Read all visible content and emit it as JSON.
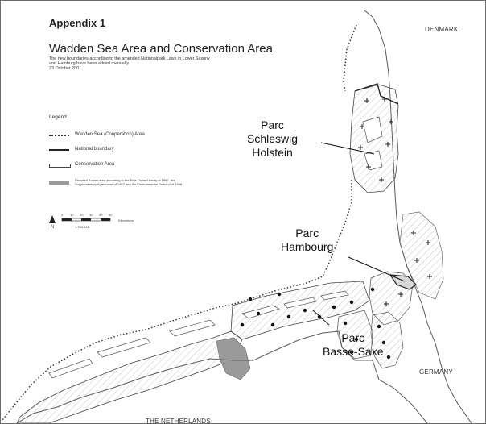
{
  "header": {
    "appendix": "Appendix 1",
    "title": "Wadden Sea Area and Conservation Area",
    "subtitle_lines": [
      "The new boundaries according to the amended Nationalpark Laws in Lower Saxony",
      "and Hamburg have been added manually.",
      "23 October 2001"
    ]
  },
  "legend": {
    "title": "Legend",
    "items": [
      {
        "label": "Wadden Sea (Cooperation) Area"
      },
      {
        "label": "National boundary"
      },
      {
        "label": "Conservation Area"
      },
      {
        "label_lines": [
          "Disputed Border area according to the Ems-Dollard-treaty of 1960, the",
          "Supplementary Agreement of 1962 and the Environmental Protocol of 1996"
        ]
      }
    ]
  },
  "scale": {
    "north": "N",
    "ticks": [
      "0",
      "10",
      "20",
      "30",
      "40",
      "50"
    ],
    "unit": "Kilometers",
    "note": "1:750.000"
  },
  "countries": {
    "denmark": "DENMARK",
    "germany": "GERMANY",
    "netherlands": "THE NETHERLANDS"
  },
  "parks": {
    "schleswig": [
      "Parc",
      "Schleswig",
      "Holstein"
    ],
    "hambourg": [
      "Parc",
      "Hambourg"
    ],
    "basse_saxe": [
      "Parc",
      "Basse-Saxe"
    ]
  },
  "colors": {
    "land_line": "#5a5a5a",
    "boundary": "#222222",
    "cooperation": "#333333",
    "hatch": "#b4b4b4",
    "disputed": "#9a9a9a"
  }
}
